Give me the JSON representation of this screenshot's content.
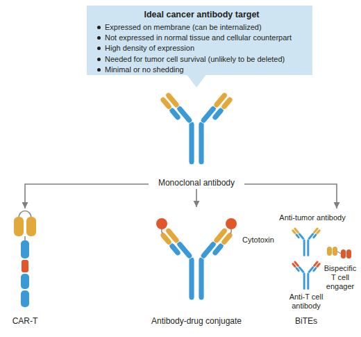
{
  "diagram": {
    "nodes": [
      {
        "text": [
          "Ideal cancer antibody target",
          "Expressed on membrane (can be internalized)",
          "Not expressed in normal tissue and cellular counterpart",
          "High density of expression",
          "Needed for tumor cell survival (unlikely to be deleted)",
          "Minimal or no shedding"
        ]
      },
      {
        "text": [
          "Monoclonal antibody"
        ]
      },
      {
        "text": [
          "CAR-T"
        ]
      },
      {
        "text": [
          "Antibody-drug conjugate"
        ]
      },
      {
        "text": [
          "BiTEs"
        ]
      }
    ],
    "edges": [
      {
        "from": 1,
        "to": 2,
        "arrow": "to"
      },
      {
        "from": 1,
        "to": 3,
        "arrow": "to"
      },
      {
        "from": 1,
        "to": 4,
        "arrow": "to"
      }
    ],
    "labels": [
      "Cytotoxin",
      "Anti-tumor antibody",
      "Anti-T cell antibody",
      "Bispecific T cell engager"
    ]
  }
}
